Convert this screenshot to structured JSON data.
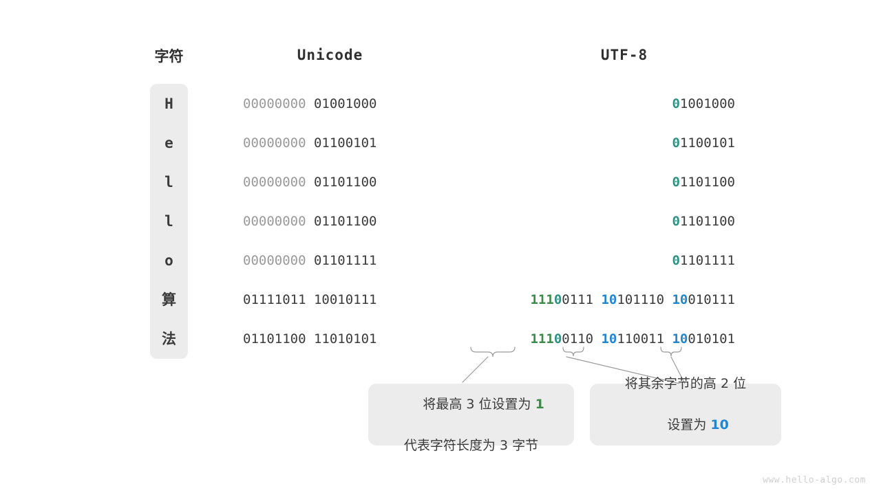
{
  "headers": {
    "char": "字符",
    "unicode": "Unicode",
    "utf8": "UTF-8"
  },
  "colors": {
    "green": "#3d8b4b",
    "teal": "#2e9182",
    "blue": "#1f86cf",
    "dark": "#3b3b3b",
    "dim": "#9a9a9a",
    "cell_bg": "#ececec",
    "background": "#ffffff"
  },
  "rows": [
    {
      "char": "H",
      "unicode_high": "00000000",
      "unicode_low": "01001000",
      "utf8_bytes": [
        {
          "prefix": "0",
          "prefix_color": "teal",
          "rest": "1001000"
        }
      ]
    },
    {
      "char": "e",
      "unicode_high": "00000000",
      "unicode_low": "01100101",
      "utf8_bytes": [
        {
          "prefix": "0",
          "prefix_color": "teal",
          "rest": "1100101"
        }
      ]
    },
    {
      "char": "l",
      "unicode_high": "00000000",
      "unicode_low": "01101100",
      "utf8_bytes": [
        {
          "prefix": "0",
          "prefix_color": "teal",
          "rest": "1101100"
        }
      ]
    },
    {
      "char": "l",
      "unicode_high": "00000000",
      "unicode_low": "01101100",
      "utf8_bytes": [
        {
          "prefix": "0",
          "prefix_color": "teal",
          "rest": "1101100"
        }
      ]
    },
    {
      "char": "o",
      "unicode_high": "00000000",
      "unicode_low": "01101111",
      "utf8_bytes": [
        {
          "prefix": "0",
          "prefix_color": "teal",
          "rest": "1101111"
        }
      ]
    },
    {
      "char": "算",
      "unicode_high": "01111011",
      "unicode_low": "10010111",
      "utf8_bytes": [
        {
          "prefix": "111",
          "prefix_color": "green",
          "prefix2": "0",
          "prefix2_color": "teal",
          "rest": "0111"
        },
        {
          "prefix": "10",
          "prefix_color": "blue",
          "rest": "101110"
        },
        {
          "prefix": "10",
          "prefix_color": "blue",
          "rest": "010111"
        }
      ]
    },
    {
      "char": "法",
      "unicode_high": "01101100",
      "unicode_low": "11010101",
      "utf8_bytes": [
        {
          "prefix": "111",
          "prefix_color": "green",
          "prefix2": "0",
          "prefix2_color": "teal",
          "rest": "0110"
        },
        {
          "prefix": "10",
          "prefix_color": "blue",
          "rest": "110011"
        },
        {
          "prefix": "10",
          "prefix_color": "blue",
          "rest": "010101"
        }
      ]
    }
  ],
  "callouts": [
    {
      "id": "callout-1",
      "line1_pre": "将最高 3 位设置为 ",
      "line1_hl": "1",
      "line1_hl_color": "green",
      "line2": "代表字符长度为 3 字节"
    },
    {
      "id": "callout-2",
      "line1": "将其余字节的高 2 位",
      "line2_pre": "设置为 ",
      "line2_hl": "10",
      "line2_hl_color": "blue"
    }
  ],
  "watermark": "www.hello-algo.com"
}
